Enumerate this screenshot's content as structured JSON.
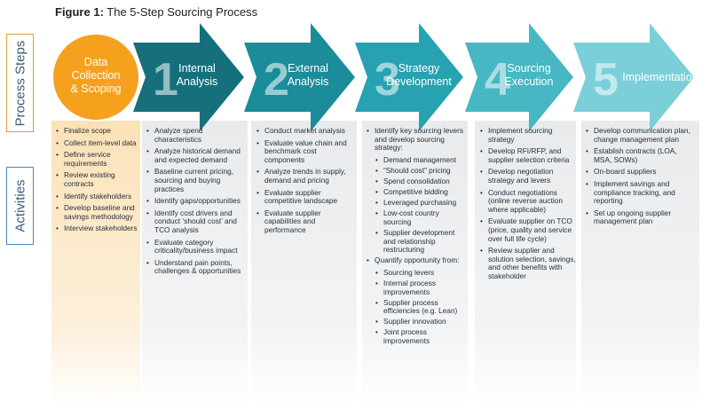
{
  "figure": {
    "label": "Figure 1:",
    "title": "The 5-Step Sourcing Process"
  },
  "side_labels": {
    "process_steps": "Process Steps",
    "activities": "Activities"
  },
  "colors": {
    "step0": "#f5a11e",
    "step1": "#15707c",
    "step2": "#1b8c99",
    "step3": "#26a2b0",
    "step4": "#47b7c4",
    "step5": "#7acfd8",
    "activity0_bg": "#fbe1b6",
    "activity_bg": "#e8eaec",
    "tab_orange": "#e49a3c",
    "tab_blue": "#4b86c7"
  },
  "steps": [
    {
      "number": "",
      "title": "Data Collection & Scoping",
      "activities": [
        {
          "text": "Finalize scope"
        },
        {
          "text": "Collect item-level data"
        },
        {
          "text": "Define service requirements"
        },
        {
          "text": "Review existing contracts"
        },
        {
          "text": "Identify stakeholders"
        },
        {
          "text": "Develop baseline and savings methodology"
        },
        {
          "text": "Interview stakeholders"
        }
      ]
    },
    {
      "number": "1",
      "title": "Internal Analysis",
      "activities": [
        {
          "text": "Analyze spend characteristics"
        },
        {
          "text": "Analyze historical demand and expected demand"
        },
        {
          "text": "Baseline current pricing, sourcing and buying practices"
        },
        {
          "text": "Identify gaps/opportunities"
        },
        {
          "text": "Identify cost drivers and conduct ‘should cost’ and TCO analysis"
        },
        {
          "text": "Evaluate category criticality/business impact"
        },
        {
          "text": "Understand pain points, challenges & opportunities"
        }
      ]
    },
    {
      "number": "2",
      "title": "External Analysis",
      "activities": [
        {
          "text": "Conduct market analysis"
        },
        {
          "text": "Evaluate value chain and benchmark cost components"
        },
        {
          "text": "Analyze trends in supply, demand and pricing"
        },
        {
          "text": "Evaluate supplier competitive landscape"
        },
        {
          "text": "Evaluate supplier capabilities and performance"
        }
      ]
    },
    {
      "number": "3",
      "title": "Strategy Development",
      "activities": [
        {
          "text": "Identify key sourcing levers and develop sourcing strategy:"
        },
        {
          "text": "Demand management",
          "sub": true
        },
        {
          "text": "“Should cost” pricing",
          "sub": true
        },
        {
          "text": "Spend consolidation",
          "sub": true
        },
        {
          "text": "Competitive bidding",
          "sub": true
        },
        {
          "text": "Leveraged purchasing",
          "sub": true
        },
        {
          "text": "Low-cost country sourcing",
          "sub": true
        },
        {
          "text": "Supplier development and relationship restructuring",
          "sub": true
        },
        {
          "text": "Quantify opportunity from:"
        },
        {
          "text": "Sourcing levers",
          "sub": true
        },
        {
          "text": "Internal process improvements",
          "sub": true
        },
        {
          "text": "Supplier process efficiencies (e.g. Lean)",
          "sub": true
        },
        {
          "text": "Supplier innovation",
          "sub": true
        },
        {
          "text": "Joint process improvements",
          "sub": true
        }
      ]
    },
    {
      "number": "4",
      "title": "Sourcing Execution",
      "activities": [
        {
          "text": "Implement sourcing strategy"
        },
        {
          "text": "Develop RFI/RFP, and supplier selection criteria"
        },
        {
          "text": "Develop negotiation strategy and levers"
        },
        {
          "text": "Conduct negotiations (online reverse auction where applicable)"
        },
        {
          "text": "Evaluate supplier on TCO (price, quality and service over full life cycle)"
        },
        {
          "text": "Review supplier and solution selection, savings, and other benefits with stakeholder"
        }
      ]
    },
    {
      "number": "5",
      "title": "Implementation",
      "activities": [
        {
          "text": "Develop communication plan, change management plan"
        },
        {
          "text": "Establish contracts (LOA, MSA, SOWs)"
        },
        {
          "text": "On-board suppliers"
        },
        {
          "text": "Implement savings and compliance tracking, and reporting"
        },
        {
          "text": "Set up ongoing supplier management plan"
        }
      ]
    }
  ]
}
